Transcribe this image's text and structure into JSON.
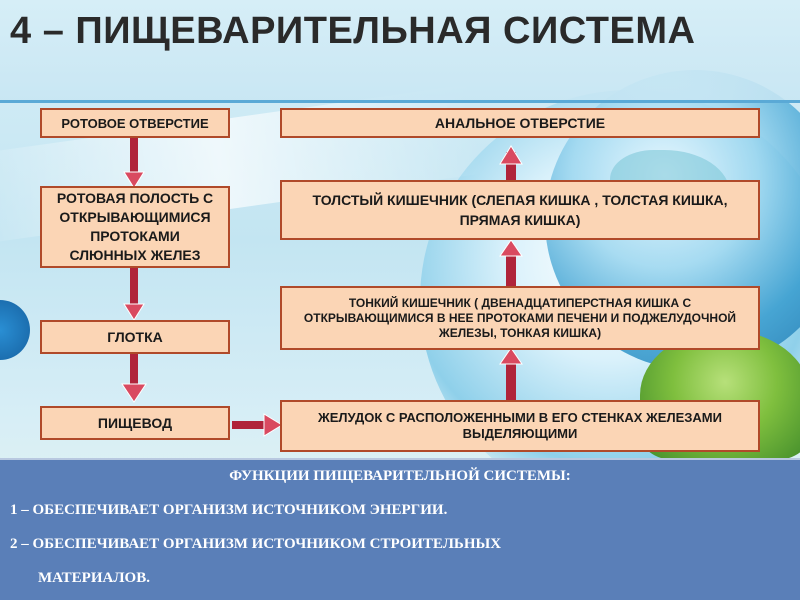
{
  "title": "4 – ПИЩЕВАРИТЕЛЬНАЯ СИСТЕМА",
  "organs": {
    "mouth": "РОТОВОЕ ОТВЕРСТИЕ",
    "oral_cavity": "РОТОВАЯ ПОЛОСТЬ С ОТКРЫВАЮЩИМИСЯ ПРОТОКАМИ СЛЮННЫХ ЖЕЛЕЗ",
    "pharynx": "ГЛОТКА",
    "esophagus": "ПИЩЕВОД",
    "stomach": "ЖЕЛУДОК С РАСПОЛОЖЕННЫМИ В ЕГО СТЕНКАХ ЖЕЛЕЗАМИ ВЫДЕЛЯЮЩИМИ",
    "small_intestine": "ТОНКИЙ КИШЕЧНИК ( ДВЕНАДЦАТИПЕРСТНАЯ КИШКА С ОТКРЫВАЮЩИМИСЯ В НЕЕ ПРОТОКАМИ ПЕЧЕНИ И ПОДЖЕЛУДОЧНОЙ ЖЕЛЕЗЫ, ТОНКАЯ КИШКА)",
    "large_intestine": "ТОЛСТЫЙ КИШЕЧНИК (СЛЕПАЯ КИШКА , ТОЛСТАЯ КИШКА, ПРЯМАЯ КИШКА)",
    "anus": "АНАЛЬНОЕ ОТВЕРСТИЕ"
  },
  "functions": {
    "heading": "ФУНКЦИИ ПИЩЕВАРИТЕЛЬНОЙ СИСТЕМЫ:",
    "items": [
      "1 – ОБЕСПЕЧИВАЕТ ОРГАНИЗМ ИСТОЧНИКОМ ЭНЕРГИИ.",
      "2 – ОБЕСПЕЧИВАЕТ ОРГАНИЗМ ИСТОЧНИКОМ СТРОИТЕЛЬНЫХ",
      "МАТЕРИАЛОВ."
    ]
  },
  "colors": {
    "box_fill": "#fbd5b5",
    "box_border": "#b04a2a",
    "arrow": "#b0243a",
    "functions_panel": "#5a7fb8"
  }
}
